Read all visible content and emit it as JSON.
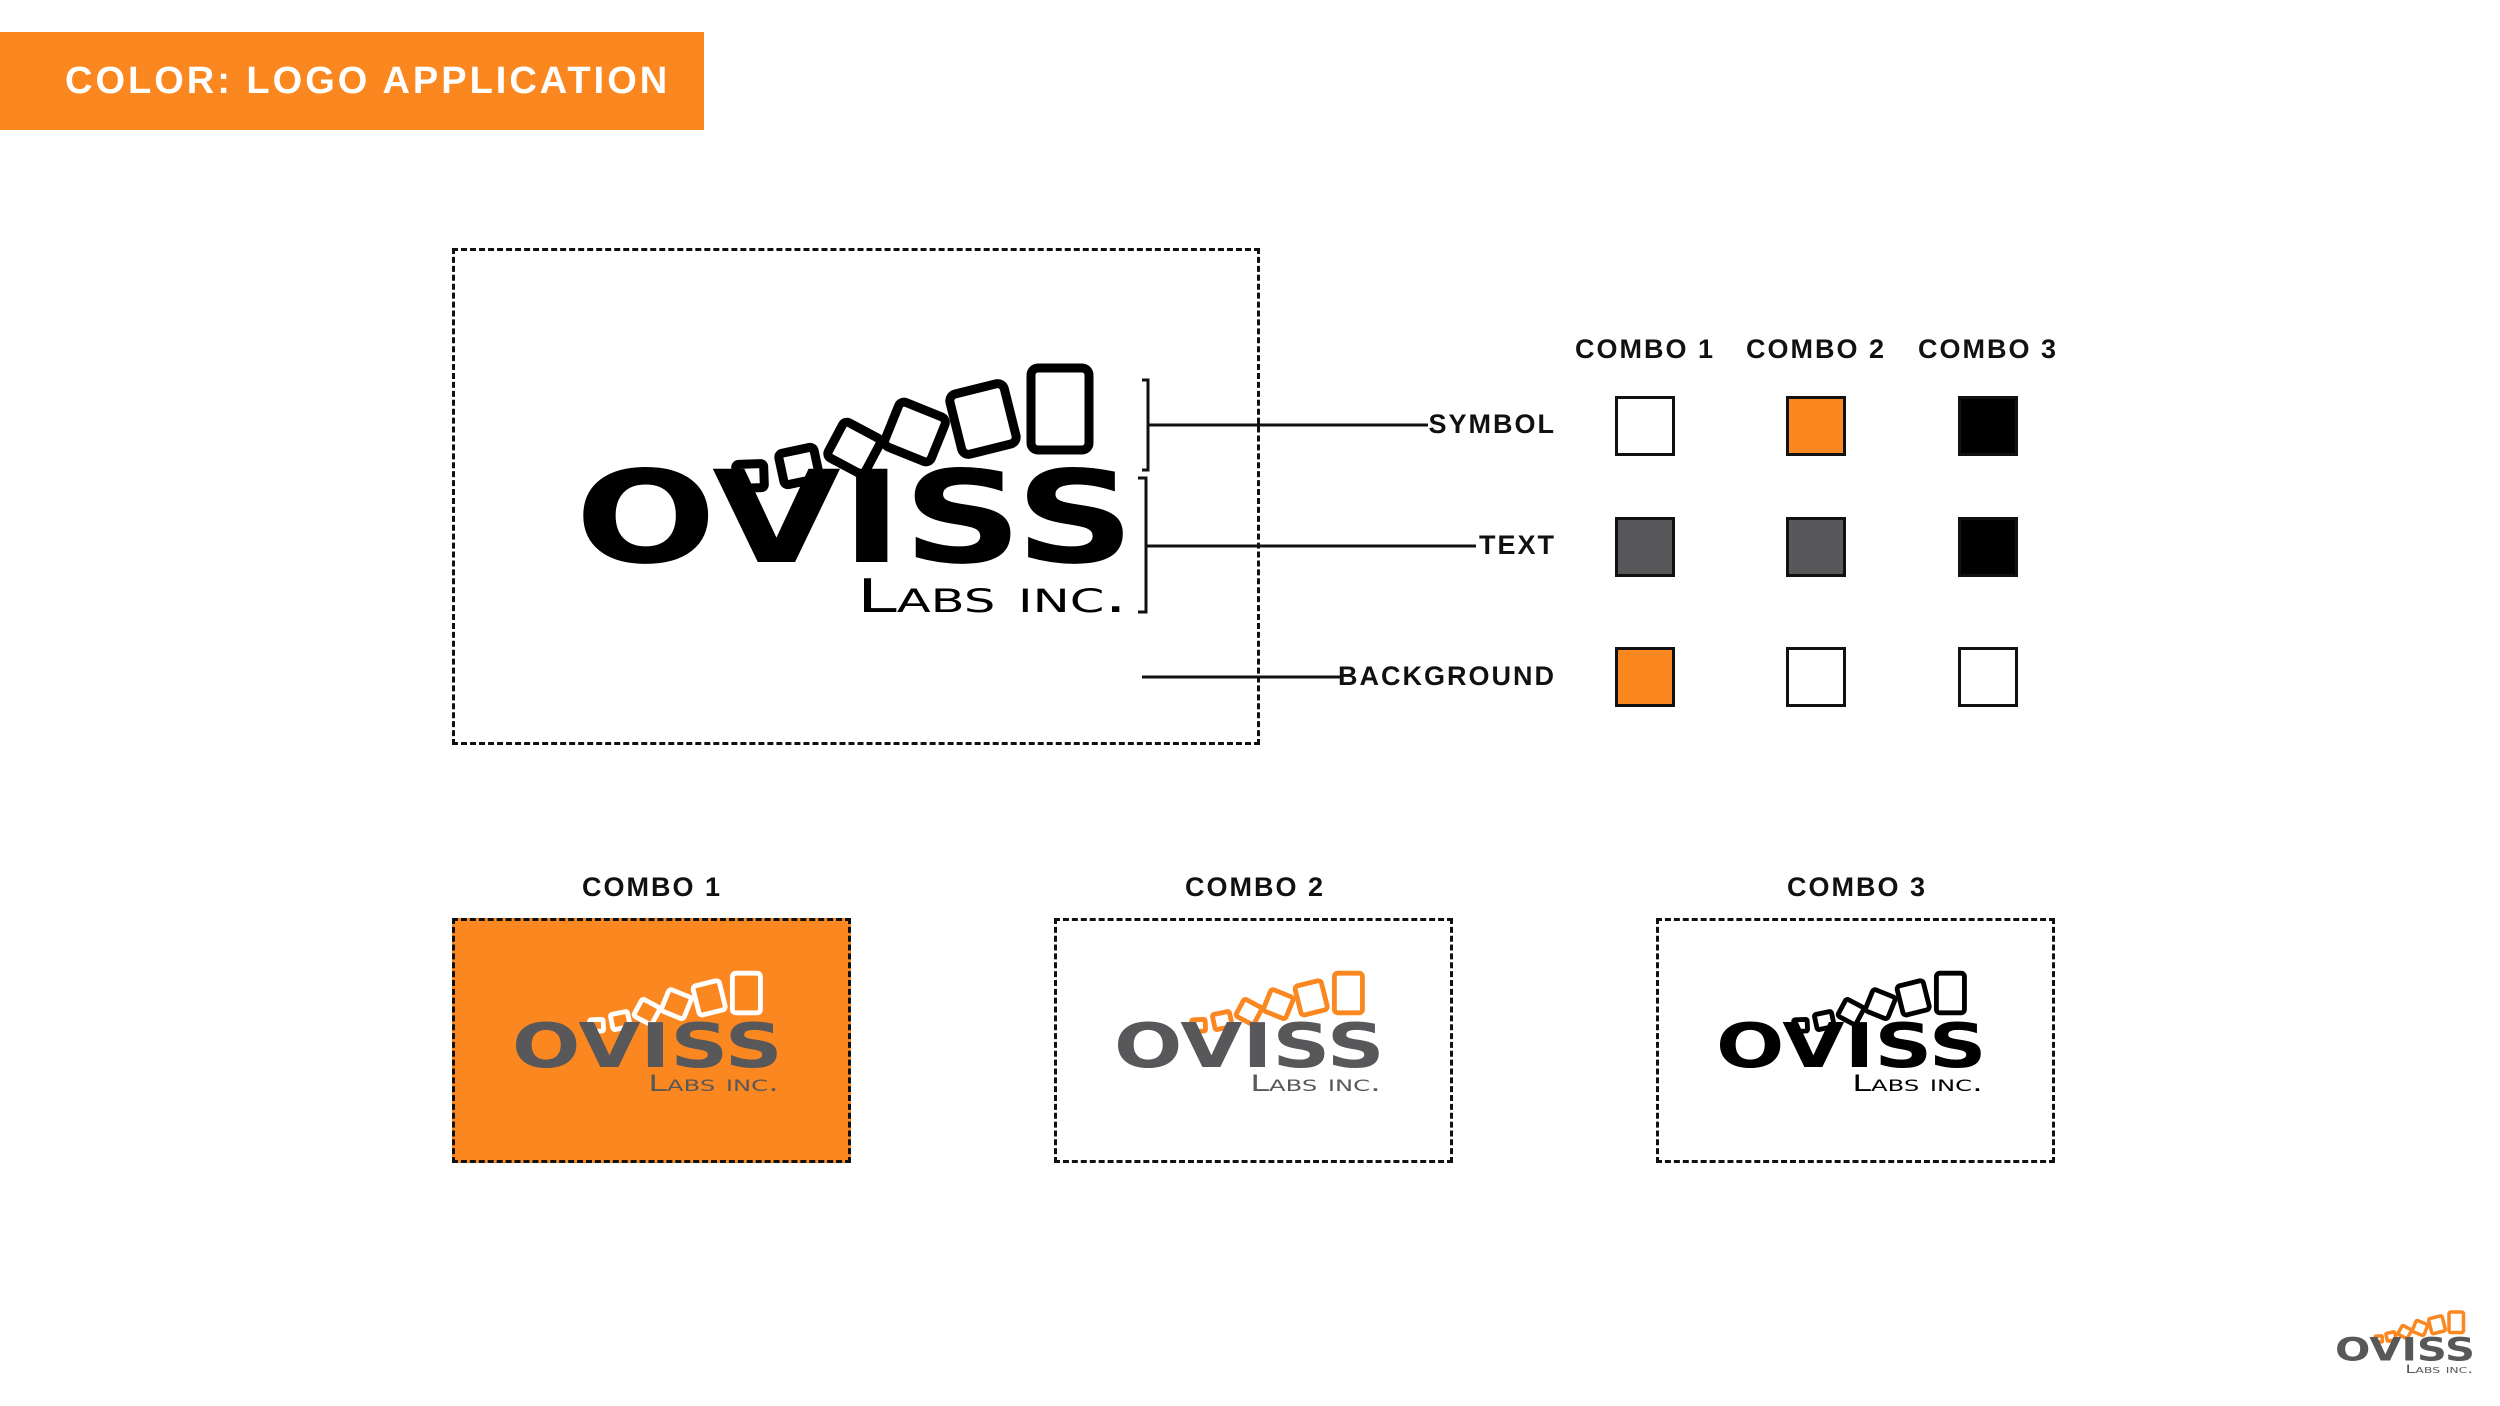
{
  "header": {
    "title": "COLOR: LOGO APPLICATION"
  },
  "logo": {
    "wordmark": "OVISS",
    "subtitle": "Labs inc."
  },
  "diagram": {
    "row_labels": {
      "symbol": "SYMBOL",
      "text": "TEXT",
      "background": "BACKGROUND"
    }
  },
  "combos": [
    {
      "name": "COMBO 1",
      "symbol": "#ffffff",
      "text": "#58585a",
      "background": "#fb8721"
    },
    {
      "name": "COMBO 2",
      "symbol": "#fb8721",
      "text": "#58585a",
      "background": "#ffffff"
    },
    {
      "name": "COMBO 3",
      "symbol": "#000000",
      "text": "#000000",
      "background": "#ffffff"
    }
  ],
  "colors": {
    "accent": "#fb8721",
    "gray": "#58585a",
    "black": "#000000",
    "white": "#ffffff"
  }
}
